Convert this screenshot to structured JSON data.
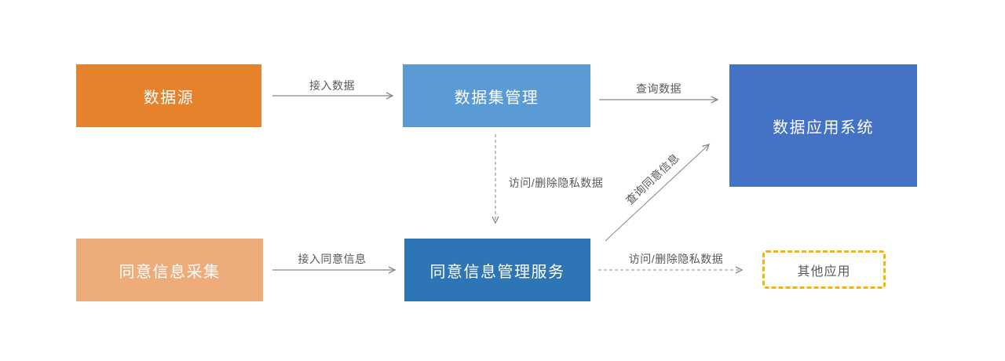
{
  "diagram": {
    "title": "privacy-data-consent-flow",
    "background_color": "#FFFFFF",
    "edge_line_color": "#868686",
    "edge_label_color": "#595959",
    "nodes": {
      "data_source": {
        "label": "数据源",
        "fill": "#E7822C",
        "text_color": "#FFFFFF"
      },
      "dataset_management": {
        "label": "数据集管理",
        "fill": "#5B9BD5",
        "text_color": "#FFFFFF"
      },
      "data_application_system": {
        "label": "数据应用系统",
        "fill": "#4472C4",
        "text_color": "#FFFFFF"
      },
      "consent_collection": {
        "label": "同意信息采集",
        "fill": "#EFAC7B",
        "text_color": "#FFFFFF"
      },
      "consent_management_service": {
        "label": "同意信息管理服务",
        "fill": "#2E75B6",
        "text_color": "#FFFFFF"
      },
      "other_applications": {
        "label": "其他应用",
        "fill": "#FFFFFF",
        "border_color": "#FFB100",
        "border_style": "dashed",
        "text_color": "#595959"
      }
    },
    "edges": [
      {
        "id": "access-data",
        "label": "接入数据",
        "from": "data_source",
        "to": "dataset_management",
        "style": "solid"
      },
      {
        "id": "query-data",
        "label": "查询数据",
        "from": "dataset_management",
        "to": "data_application_system",
        "style": "solid"
      },
      {
        "id": "access-delete-private-data-down",
        "label": "访问/删除隐私数据",
        "from": "dataset_management",
        "to": "consent_management_service",
        "style": "dashed"
      },
      {
        "id": "query-consent-info",
        "label": "查询同意信息",
        "from": "consent_management_service",
        "to": "data_application_system",
        "style": "solid"
      },
      {
        "id": "access-consent-info",
        "label": "接入同意信息",
        "from": "consent_collection",
        "to": "consent_management_service",
        "style": "solid"
      },
      {
        "id": "access-delete-private-data-right",
        "label": "访问/删除隐私数据",
        "from": "consent_management_service",
        "to": "other_applications",
        "style": "dashed"
      }
    ]
  }
}
